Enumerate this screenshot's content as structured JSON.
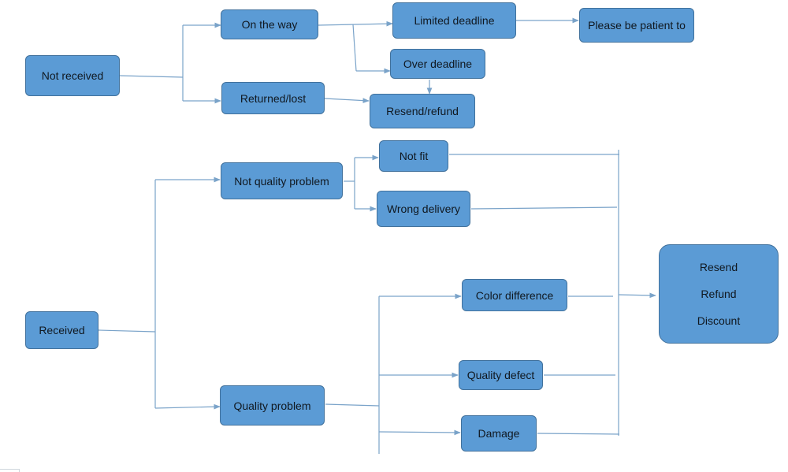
{
  "colors": {
    "node_fill": "#5b9bd5",
    "node_border": "#41719c",
    "connector": "#7aa3c9"
  },
  "nodes": {
    "not_received": "Not received",
    "on_the_way": "On the way",
    "limited_deadline": "Limited deadline",
    "please_be_patient": "Please be patient to",
    "over_deadline": "Over deadline",
    "returned_lost": "Returned/lost",
    "resend_refund": "Resend/refund",
    "not_quality_problem": "Not quality problem",
    "not_fit": "Not fit",
    "wrong_delivery": "Wrong delivery",
    "received": "Received",
    "color_difference": "Color difference",
    "quality_problem": "Quality problem",
    "quality_defect": "Quality defect",
    "damage": "Damage",
    "outcome": {
      "line1": "Resend",
      "line2": "Refund",
      "line3": "Discount"
    }
  }
}
